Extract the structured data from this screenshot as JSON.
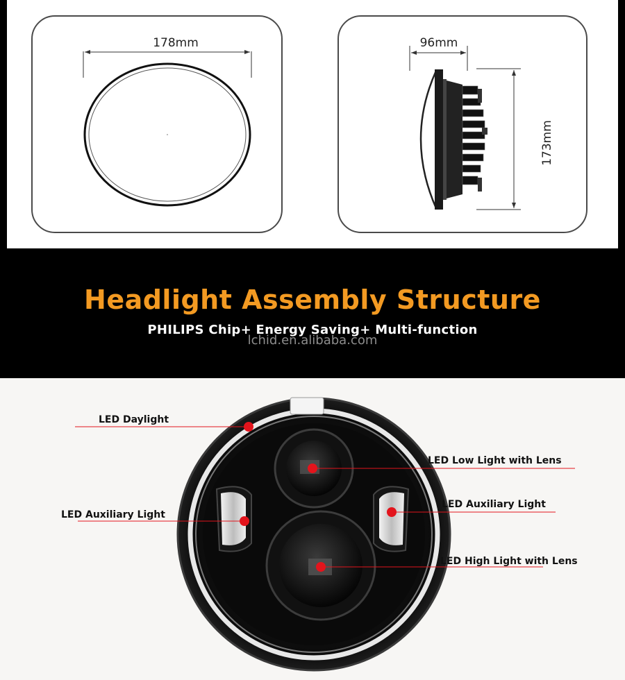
{
  "dimensions": {
    "width": "178mm",
    "depth": "96mm",
    "height": "173mm"
  },
  "title": {
    "headline": "Headlight Assembly Structure",
    "subline": "PHILIPS Chip+ Energy Saving+ Multi-function",
    "watermark": "lchid.en.alibaba.com"
  },
  "callouts": {
    "daylight": "LED Daylight",
    "low_light": "LED Low Light with Lens",
    "aux_left": "LED Auxiliary Light",
    "aux_right": "LED Auxiliary Light",
    "high_light": "LED High Light with Lens"
  },
  "colors": {
    "accent": "#f39a22",
    "callout_dot": "#e3141c",
    "background_dark": "#000000"
  }
}
